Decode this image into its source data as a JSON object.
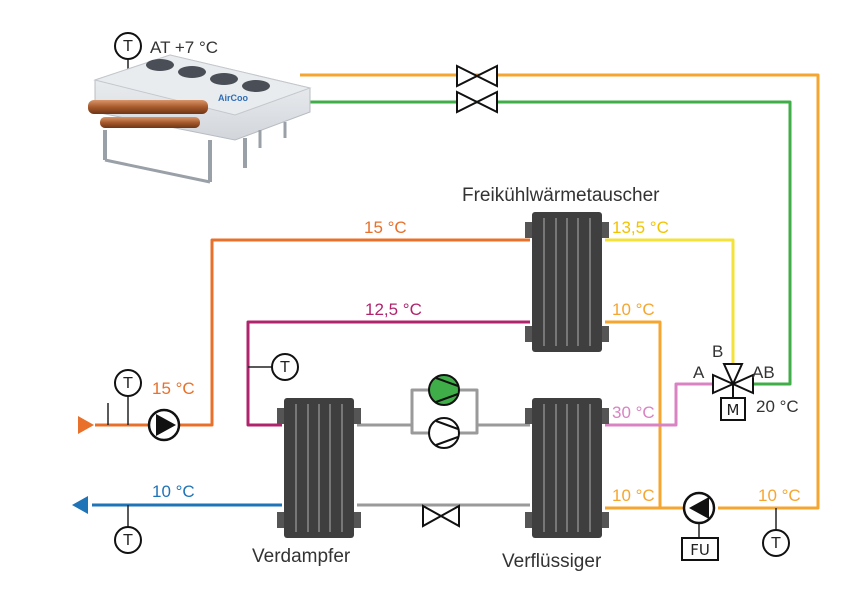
{
  "labels": {
    "ambient": "AT +7 °C",
    "freecool_hx": "Freikühlwärmetauscher",
    "evaporator": "Verdampfer",
    "condenser": "Verflüssiger",
    "t_supply_in": "15 °C",
    "t_top_line": "15 °C",
    "t_hx_out_top": "13,5 °C",
    "t_hx_out_bottom": "10 °C",
    "t_mid_line": "12,5 °C",
    "t_cond_out_top": "30 °C",
    "t_cond_out_bottom": "10 °C",
    "t_return_out": "10 °C",
    "t_right_line": "10 °C",
    "t_valve_ab": "20 °C",
    "valve_port_a": "A",
    "valve_port_b": "B",
    "valve_port_ab": "AB",
    "valve_motor": "M",
    "fu_box": "FU",
    "dry_cooler_brand": "AirCoo",
    "sensor_letter": "T"
  },
  "colors": {
    "orange_supply": "#e8702a",
    "orange_glycol": "#f5a631",
    "yellow": "#f2e23a",
    "green": "#3fae49",
    "magenta": "#b0246e",
    "pink": "#d983c3",
    "blue": "#1f73b7",
    "grey_pipe": "#9a9a9a",
    "hx_body": "#3f3f3f"
  },
  "icons": [
    "temperature-sensor-icon",
    "pump-icon",
    "valve-icon",
    "three-way-valve-icon",
    "compressor-icon",
    "heat-exchanger-icon",
    "dry-cooler-icon",
    "inlet-arrow-icon",
    "outlet-arrow-icon"
  ]
}
